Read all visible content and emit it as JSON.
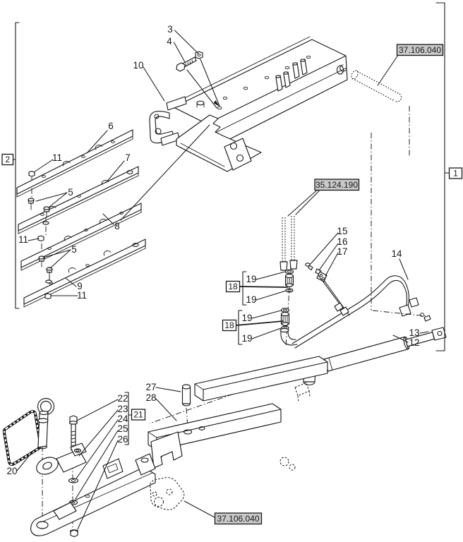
{
  "figure": {
    "type": "exploded-parts-diagram",
    "colors": {
      "bg": "#ffffff",
      "line": "#1a1a1a",
      "boxfill": "#c9c9c9"
    },
    "callouts": [
      {
        "text": "3"
      },
      {
        "text": "4"
      },
      {
        "text": "10"
      },
      {
        "text": "6"
      },
      {
        "text": "11"
      },
      {
        "text": "7"
      },
      {
        "text": "5"
      },
      {
        "text": "8"
      },
      {
        "text": "11"
      },
      {
        "text": "5"
      },
      {
        "text": "9"
      },
      {
        "text": "11"
      },
      {
        "text": "15"
      },
      {
        "text": "16"
      },
      {
        "text": "17"
      },
      {
        "text": "14"
      },
      {
        "text": "19"
      },
      {
        "text": "19"
      },
      {
        "text": "19"
      },
      {
        "text": "19"
      },
      {
        "text": "13"
      },
      {
        "text": "12"
      },
      {
        "text": "27"
      },
      {
        "text": "28"
      },
      {
        "text": "22"
      },
      {
        "text": "23"
      },
      {
        "text": "24"
      },
      {
        "text": "25"
      },
      {
        "text": "26"
      },
      {
        "text": "20"
      }
    ],
    "group_markers": [
      {
        "text": "1"
      },
      {
        "text": "2"
      },
      {
        "text": "18"
      },
      {
        "text": "18"
      },
      {
        "text": "21"
      }
    ],
    "ref_codes": [
      {
        "text": "37.106.040"
      },
      {
        "text": "35.124.190"
      },
      {
        "text": "37.106.040"
      }
    ]
  }
}
